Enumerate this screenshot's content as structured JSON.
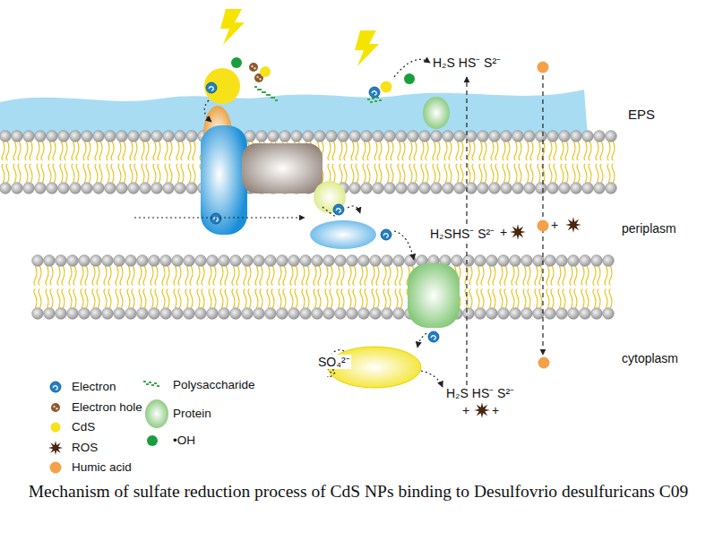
{
  "diagram": {
    "caption": "Mechanism of sulfate reduction process of CdS NPs binding to Desulfovrio desulfuricans C09",
    "labels": [
      "EPS",
      "periplasm",
      "cytoplasm",
      "H₂S HS⁻ S²⁻",
      "H₂SHS⁻ S²⁻",
      "+",
      "+",
      "SO₄²⁻",
      "H₂S HS⁻ S²⁻",
      "+",
      "+"
    ],
    "legend": [
      {
        "text": "Electron"
      },
      {
        "text": "Electron hole"
      },
      {
        "text": "CdS"
      },
      {
        "text": "ROS"
      },
      {
        "text": "Humic acid"
      },
      {
        "text": "Polysaccharide"
      },
      {
        "text": "Protein"
      },
      {
        "text": "•OH"
      }
    ]
  }
}
